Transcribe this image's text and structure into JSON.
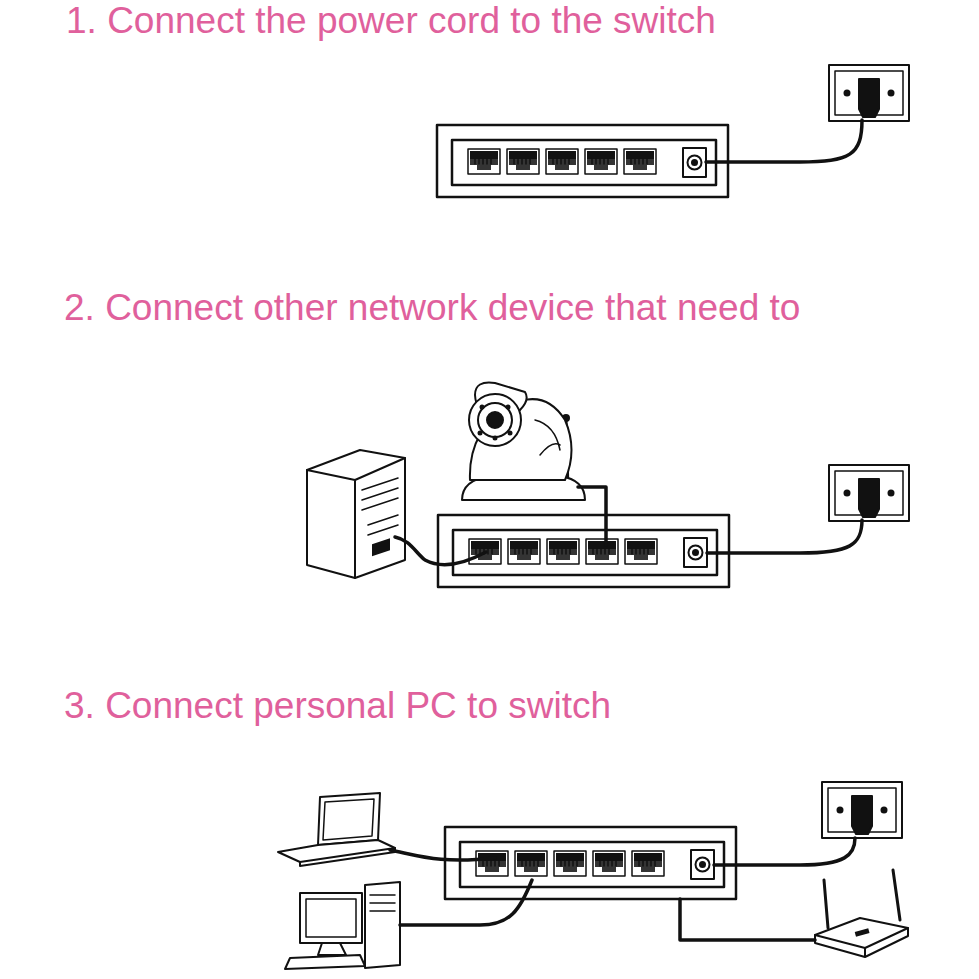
{
  "diagram": {
    "labels": [
      "1. Connect the power cord to the switch",
      "2. Connect other network device that need to",
      "3. Connect personal PC to switch"
    ]
  }
}
